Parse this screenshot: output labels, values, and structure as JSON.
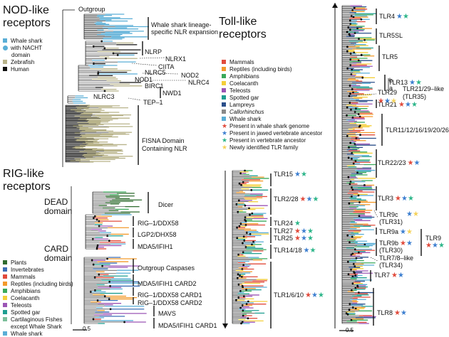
{
  "colors": {
    "whale_shark": "#5aaed6",
    "zebrafish": "#b8b38a",
    "human": "#111111",
    "mammals": "#e14b3c",
    "reptiles": "#f39a2b",
    "amphibians": "#3aa95a",
    "coelacanth": "#f4cf3a",
    "teleosts": "#9b55b5",
    "spotted_gar": "#1f9e91",
    "lampreys": "#2b4f8a",
    "callorhinchus": "#8a8a8a",
    "plants": "#2f6b2f",
    "invertebrates": "#3d6fb5",
    "cartilaginous": "#7cbf9a",
    "star_red": "#e14b3c",
    "star_blue": "#3d7fd0",
    "star_green": "#2eb68a",
    "star_yellow": "#f4d25a"
  },
  "nod": {
    "title_line1": "NOD-like",
    "title_line2": "receptors",
    "legend": [
      {
        "label": "Whale shark",
        "kind": "square",
        "color": "whale_shark"
      },
      {
        "label": "with NACHT",
        "kind": "dot",
        "color": "whale_shark"
      },
      {
        "label": "domain",
        "kind": "none"
      },
      {
        "label": "Zebrafish",
        "kind": "square",
        "color": "zebrafish"
      },
      {
        "label": "Human",
        "kind": "square",
        "color": "human"
      }
    ],
    "labels": {
      "outgroup": "Outgroup",
      "whale_exp_1": "Whale shark lineage-",
      "whale_exp_2": "specific NLR expansion",
      "nlrp": "NLRP",
      "nlrx1": "NLRX1",
      "ciita": "CIITA",
      "nlrc5": "NLRC5",
      "nod2": "NOD2",
      "nod1": "NOD1",
      "nlrc4": "NLRC4",
      "birc1": "BIRC1",
      "nwd1": "NWD1",
      "nlrc3": "NLRC3",
      "tep1": "TEP–1",
      "fisna_1": "FISNA Domain",
      "fisna_2": "Containing NLR"
    }
  },
  "rig": {
    "title_line1": "RIG-like",
    "title_line2": "receptors",
    "dead": "DEAD",
    "dead2": "domain",
    "card": "CARD",
    "card2": "domain",
    "labels": {
      "dicer": "Dicer",
      "rig1": "RIG–1/DDX58",
      "lgp2": "LGP2/DHX58",
      "mda5": "MDA5/IFIH1",
      "outgroup_caspases": "Outgroup Caspases",
      "mda5_card2": "MDA5/IFIH1 CARD2",
      "rig1_card1": "RIG–1/DDX58 CARD1",
      "rig1_card2": "RIG–1/DDX58 CARD2",
      "mavs": "MAVS",
      "mda5_card1": "MDA5/IFIH1 CARD1"
    },
    "legend": [
      {
        "label": "Plants",
        "color": "plants"
      },
      {
        "label": "Invertebrates",
        "color": "invertebrates"
      },
      {
        "label": "Mammals",
        "color": "mammals"
      },
      {
        "label": "Reptiles (including birds)",
        "color": "reptiles"
      },
      {
        "label": "Amphibians",
        "color": "amphibians"
      },
      {
        "label": "Coelacanth",
        "color": "coelacanth"
      },
      {
        "label": "Teleosts",
        "color": "teleosts"
      },
      {
        "label": "Spotted gar",
        "color": "spotted_gar"
      },
      {
        "label": "Cartilaginous Fishes",
        "color": "cartilaginous"
      },
      {
        "label": "except Whale Shark",
        "color": ""
      },
      {
        "label": "Whale shark",
        "color": "whale_shark"
      }
    ],
    "scale": "0.5"
  },
  "tlr": {
    "title_line1": "Toll-like",
    "title_line2": "receptors",
    "legend": [
      {
        "label": "Mammals",
        "kind": "square",
        "color": "mammals"
      },
      {
        "label": "Reptiles (including birds)",
        "kind": "square",
        "color": "reptiles"
      },
      {
        "label": "Amphibians",
        "kind": "square",
        "color": "amphibians"
      },
      {
        "label": "Coelacanth",
        "kind": "square",
        "color": "coelacanth"
      },
      {
        "label": "Teleosts",
        "kind": "square",
        "color": "teleosts"
      },
      {
        "label": "Spotted gar",
        "kind": "square",
        "color": "spotted_gar"
      },
      {
        "label": "Lampreys",
        "kind": "square",
        "color": "lampreys"
      },
      {
        "label": "Callorhinchus",
        "kind": "square",
        "color": "callorhinchus",
        "italic": true
      },
      {
        "label": "Whale shark",
        "kind": "square",
        "color": "whale_shark"
      },
      {
        "label": "Present in whale shark genome",
        "kind": "star",
        "color": "star_red"
      },
      {
        "label": "Present in jawed vertebrate ancestor",
        "kind": "star",
        "color": "star_blue"
      },
      {
        "label": "Present in vertebrate ancestor",
        "kind": "star",
        "color": "star_green"
      },
      {
        "label": "Newly identified TLR family",
        "kind": "star",
        "color": "star_yellow"
      }
    ],
    "tree1": [
      {
        "label": "TLR15",
        "stars": [
          "star_blue",
          "star_green"
        ]
      },
      {
        "label": "TLR2/28",
        "stars": [
          "star_red",
          "star_blue",
          "star_green"
        ]
      },
      {
        "label": "TLR24",
        "stars": [
          "star_green"
        ]
      },
      {
        "label": "TLR27",
        "stars": [
          "star_red",
          "star_blue",
          "star_green"
        ]
      },
      {
        "label": "TLR25",
        "stars": [
          "star_red",
          "star_blue",
          "star_green"
        ]
      },
      {
        "label": "TLR14/18",
        "stars": [
          "star_blue",
          "star_green"
        ]
      },
      {
        "label": "TLR1/6/10",
        "stars": [
          "star_red",
          "star_blue",
          "star_green"
        ]
      }
    ],
    "tree2": [
      {
        "label": "TLR4",
        "stars": [
          "star_blue",
          "star_green"
        ]
      },
      {
        "label": "TLR5SL",
        "stars": []
      },
      {
        "label": "TLR5",
        "stars": []
      },
      {
        "label": "TLR13",
        "stars": [
          "star_blue",
          "star_green"
        ]
      },
      {
        "label": "b",
        "stars": []
      },
      {
        "label": "a",
        "stars": []
      },
      {
        "label": "TLR29",
        "stars": []
      },
      {
        "label": "TLR21/29–like",
        "stars": []
      },
      {
        "label": "(TLR35)",
        "stars": []
      },
      {
        "label": "TLR21",
        "stars": [
          "star_red",
          "star_blue",
          "star_green"
        ]
      },
      {
        "label": "TLR11/12/16/19/20/26",
        "stars": []
      },
      {
        "label": "TLR22/23",
        "stars": [
          "star_red",
          "star_blue"
        ]
      },
      {
        "label": "TLR3",
        "stars": [
          "star_red",
          "star_blue",
          "star_green"
        ]
      },
      {
        "label": "TLR9c",
        "stars": []
      },
      {
        "label": "(TLR31)",
        "stars": []
      },
      {
        "label": "TLR9a",
        "stars": [
          "star_blue",
          "star_yellow"
        ]
      },
      {
        "label": "TLR9",
        "stars": [
          "star_red",
          "star_blue",
          "star_green"
        ]
      },
      {
        "label": "TLR9b",
        "stars": [
          "star_red",
          "star_blue"
        ]
      },
      {
        "label": "(TLR30)",
        "stars": []
      },
      {
        "label": "TLR7/8–like",
        "stars": []
      },
      {
        "label": "(TLR34)",
        "stars": []
      },
      {
        "label": "TLR7",
        "stars": [
          "star_red",
          "star_blue"
        ]
      },
      {
        "label": "TLR8",
        "stars": [
          "star_red",
          "star_blue"
        ]
      }
    ],
    "tlr29_stars": [
      "star_red",
      "star_blue",
      "star_yellow"
    ],
    "tlr9c_stars": [
      "star_blue",
      "star_yellow"
    ],
    "scale": "0.5"
  }
}
